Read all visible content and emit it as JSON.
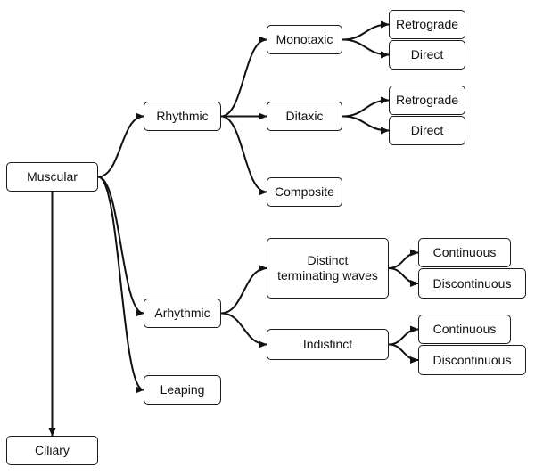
{
  "diagram": {
    "type": "tree",
    "root": "muscular",
    "nodes": {
      "muscular": "Muscular",
      "ciliary": "Ciliary",
      "rhythmic": "Rhythmic",
      "arhythmic": "Arhythmic",
      "leaping": "Leaping",
      "monotaxic": "Monotaxic",
      "ditaxic": "Ditaxic",
      "composite": "Composite",
      "monotaxic_retrograde": "Retrograde",
      "monotaxic_direct": "Direct",
      "ditaxic_retrograde": "Retrograde",
      "ditaxic_direct": "Direct",
      "distinct": "Distinct terminating waves",
      "indistinct": "Indistinct",
      "distinct_continuous": "Continuous",
      "distinct_discontinuous": "Discontinuous",
      "indistinct_continuous": "Continuous",
      "indistinct_discontinuous": "Discontinuous"
    },
    "edges": [
      [
        "muscular",
        "ciliary"
      ],
      [
        "muscular",
        "rhythmic"
      ],
      [
        "muscular",
        "arhythmic"
      ],
      [
        "muscular",
        "leaping"
      ],
      [
        "rhythmic",
        "monotaxic"
      ],
      [
        "rhythmic",
        "ditaxic"
      ],
      [
        "rhythmic",
        "composite"
      ],
      [
        "monotaxic",
        "monotaxic_retrograde"
      ],
      [
        "monotaxic",
        "monotaxic_direct"
      ],
      [
        "ditaxic",
        "ditaxic_retrograde"
      ],
      [
        "ditaxic",
        "ditaxic_direct"
      ],
      [
        "arhythmic",
        "distinct"
      ],
      [
        "arhythmic",
        "indistinct"
      ],
      [
        "distinct",
        "distinct_continuous"
      ],
      [
        "distinct",
        "distinct_discontinuous"
      ],
      [
        "indistinct",
        "indistinct_continuous"
      ],
      [
        "indistinct",
        "indistinct_discontinuous"
      ]
    ]
  }
}
